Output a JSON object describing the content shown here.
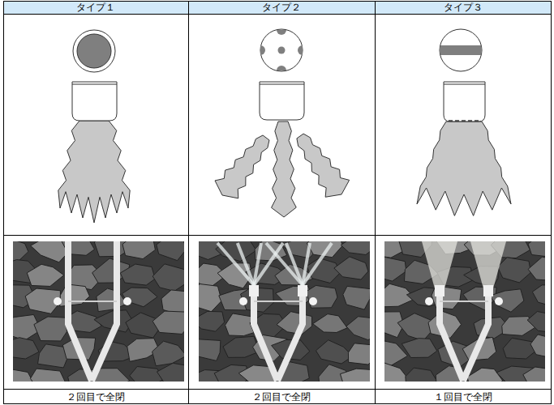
{
  "diagram": {
    "labels": [
      "タイプ１",
      "タイプ２",
      "タイプ３",
      "２回目で全閉",
      "２回目で全閉",
      "１回目で全閉"
    ]
  }
}
